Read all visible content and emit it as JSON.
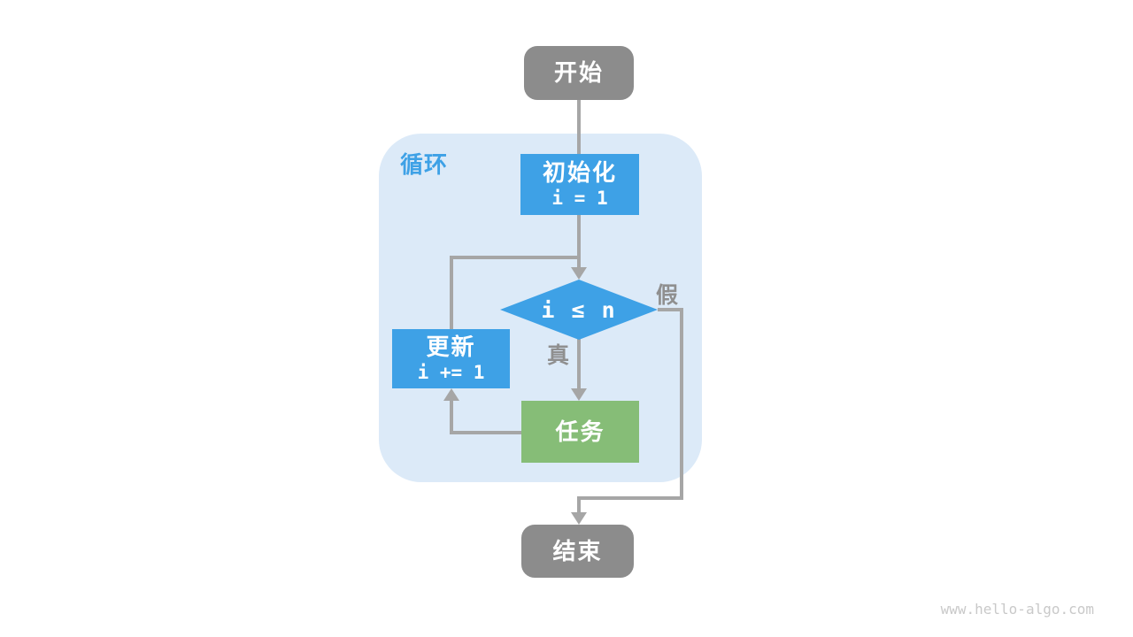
{
  "diagram": {
    "loop_label": "循环",
    "watermark": "www.hello-algo.com",
    "nodes": {
      "start": {
        "label": "开始",
        "type": "terminal"
      },
      "init": {
        "label": "初始化",
        "code": "i = 1",
        "type": "process"
      },
      "condition": {
        "label": "i ≤ n",
        "type": "decision"
      },
      "update": {
        "label": "更新",
        "code": "i += 1",
        "type": "process"
      },
      "task": {
        "label": "任务",
        "type": "process"
      },
      "end": {
        "label": "结束",
        "type": "terminal"
      }
    },
    "edge_labels": {
      "true_branch": "真",
      "false_branch": "假"
    }
  },
  "colors": {
    "node_blue": "#3EA1E6",
    "node_green": "#86BD77",
    "node_gray": "#8C8C8C",
    "container_bg": "#DCEAF8",
    "line_gray": "#A6A6A6",
    "label_gray": "#8F8F8F",
    "loop_label_blue": "#3EA1E6",
    "watermark_gray": "#C9C9C9",
    "text_white": "#FFFFFF"
  }
}
